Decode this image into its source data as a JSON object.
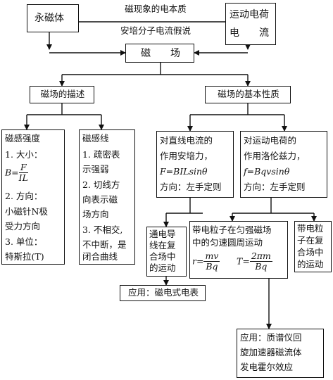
{
  "top": {
    "left": "永磁体",
    "right_line1": "运动电荷",
    "right_line2": "电　　流",
    "mid_line1": "磁现象的电本质",
    "mid_line2": "安培分子电流假说"
  },
  "center": "磁　　场",
  "desc": "磁场的描述",
  "nature": "磁场的基本性质",
  "strength": {
    "title": "磁感强度",
    "l1": "1. 大小：",
    "formula_lhs": "B=",
    "formula_num": "F",
    "formula_den": "IL",
    "l2": "2. 方向：",
    "l3": "小磁针N极",
    "l4": "受力方向",
    "l5": "3. 单位：",
    "l6": "特斯拉(T)"
  },
  "field_lines": {
    "title": "磁感线",
    "l1": "1. 疏密表",
    "l2": "示强弱",
    "l3": "2. 切线方",
    "l4": "向表示磁",
    "l5": "场方向",
    "l6": "3. 不相交,",
    "l7": "不中断，是",
    "l8": "闭合曲线"
  },
  "ampere": {
    "l1": "对直线电流的",
    "l2": "作用安培力，",
    "formula": "F=BILsinθ",
    "l3": "方向：左手定则"
  },
  "lorentz": {
    "l1": "对运动电荷的",
    "l2": "作用洛伦兹力，",
    "formula": "f=Bqvsinθ",
    "l3": "方向：左手定则"
  },
  "current_composite": {
    "l1": "通电导",
    "l2": "线在复",
    "l3": "合场中",
    "l4": "的运动"
  },
  "uniform": {
    "l1": "带电粒子在匀强磁场",
    "l2": "中的匀速圆周运动",
    "r_lhs": "r=",
    "r_num": "mv",
    "r_den": "Bq",
    "T_lhs": "T=",
    "T_num": "2πm",
    "T_den": "Bq"
  },
  "charge_composite": {
    "l1": "带电粒",
    "l2": "子在复",
    "l3": "合场中",
    "l4": "的运动"
  },
  "app1": "应用：磁电式电表",
  "app2": {
    "l1": "应用：质谱仪回",
    "l2": "旋加速器磁流体",
    "l3": "发电霍尔效应"
  }
}
